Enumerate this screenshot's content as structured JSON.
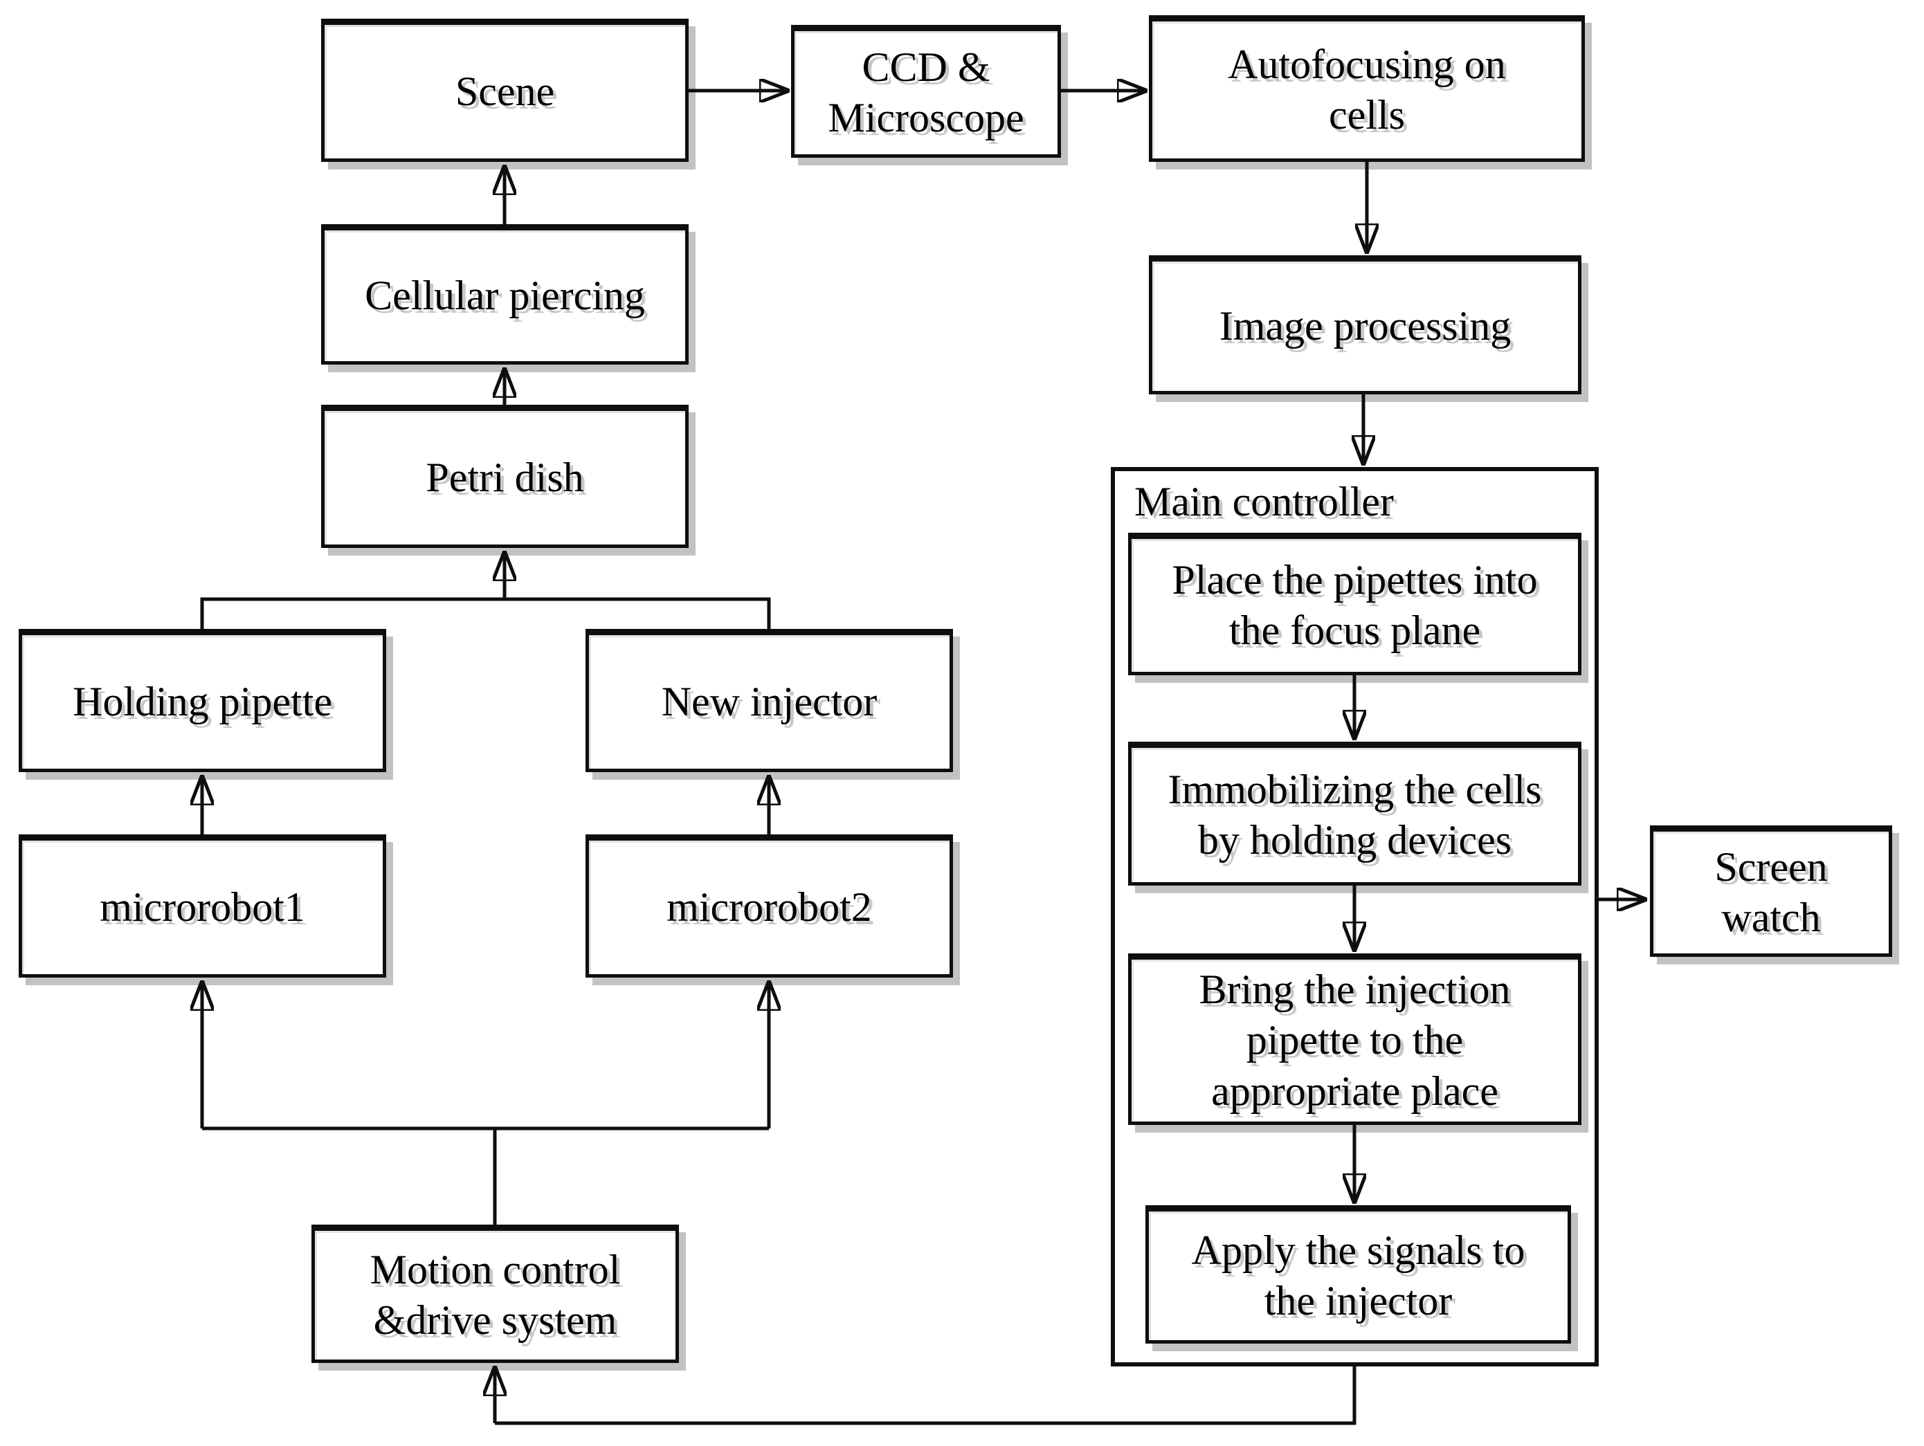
{
  "colors": {
    "background": "#ffffff",
    "box_fill": "#ffffff",
    "box_border": "#0e0e0e",
    "line": "#0e0e0e",
    "shadow": "#c2c2c2",
    "text": "#000000",
    "text_ghost": "#c8c8c8"
  },
  "nodes": {
    "scene": "Scene",
    "ccd_microscope": "CCD &\nMicroscope",
    "autofocusing": "Autofocusing on\ncells",
    "cellular_piercing": "Cellular piercing",
    "petri_dish": "Petri dish",
    "image_processing": "Image processing",
    "main_controller": "Main controller",
    "step_place": "Place the pipettes into\nthe focus plane",
    "step_immobilize": "Immobilizing the cells\nby holding devices",
    "step_bring": "Bring the injection\npipette to the\nappropriate place",
    "step_apply": "Apply the signals to\nthe injector",
    "screen_watch": "Screen\nwatch",
    "holding_pipette": "Holding pipette",
    "new_injector": "New injector",
    "microrobot1": "microrobot1",
    "microrobot2": "microrobot2",
    "motion_control": "Motion control\n&drive system"
  },
  "connections": [
    {
      "from": "Scene",
      "to": "CCD & Microscope"
    },
    {
      "from": "CCD & Microscope",
      "to": "Autofocusing on cells"
    },
    {
      "from": "Autofocusing on cells",
      "to": "Image processing"
    },
    {
      "from": "Image processing",
      "to": "Main controller"
    },
    {
      "from": "Place the pipettes into the focus plane",
      "to": "Immobilizing the cells by holding devices"
    },
    {
      "from": "Immobilizing the cells by holding devices",
      "to": "Bring the injection pipette to the appropriate place"
    },
    {
      "from": "Bring the injection pipette to the appropriate place",
      "to": "Apply the signals to the injector"
    },
    {
      "from": "Main controller",
      "to": "Screen watch"
    },
    {
      "from": "Cellular piercing",
      "to": "Scene"
    },
    {
      "from": "Petri dish",
      "to": "Cellular piercing"
    },
    {
      "from": "Holding pipette",
      "to": "Petri dish"
    },
    {
      "from": "New injector",
      "to": "Petri dish"
    },
    {
      "from": "microrobot1",
      "to": "Holding pipette"
    },
    {
      "from": "microrobot2",
      "to": "New injector"
    },
    {
      "from": "Motion control &drive system",
      "to": "microrobot1"
    },
    {
      "from": "Motion control &drive system",
      "to": "microrobot2"
    },
    {
      "from": "Main controller",
      "to": "Motion control &drive system"
    }
  ]
}
